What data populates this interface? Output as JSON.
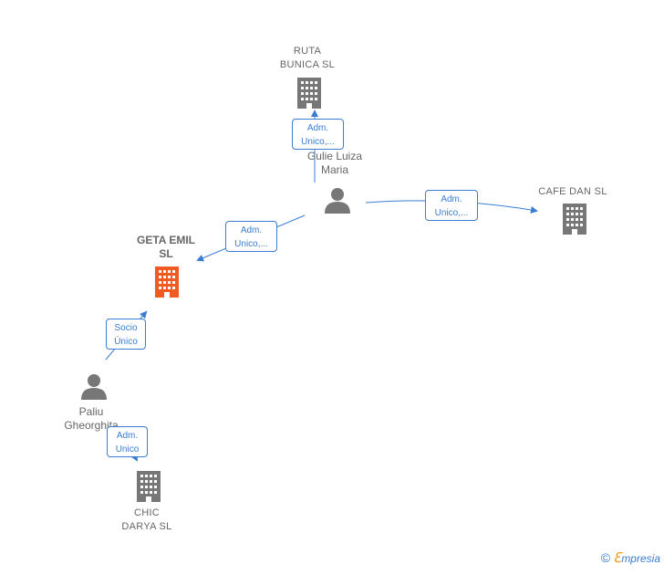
{
  "nodes": {
    "ruta_bunica": {
      "label": "RUTA\nBUNICA  SL",
      "type": "company"
    },
    "gulie_luiza": {
      "label": "Gulie Luiza\nMaria",
      "type": "person"
    },
    "cafe_dan": {
      "label": "CAFE DAN  SL",
      "type": "company"
    },
    "geta_emil": {
      "label": "GETA EMIL\nSL",
      "type": "company-focus"
    },
    "paliu": {
      "label": "Paliu\nGheorghita",
      "type": "person"
    },
    "chic_darya": {
      "label": "CHIC\nDARYA  SL",
      "type": "company"
    }
  },
  "edges": {
    "gulie_ruta": {
      "label": "Adm.\nUnico,..."
    },
    "gulie_cafe": {
      "label": "Adm.\nUnico,..."
    },
    "gulie_geta": {
      "label": "Adm.\nUnico,..."
    },
    "paliu_geta": {
      "label": "Socio\nÚnico"
    },
    "paliu_chic": {
      "label": "Adm.\nUnico"
    }
  },
  "colors": {
    "edge": "#3a7dd1",
    "company": "#777777",
    "focus": "#f05a23",
    "person": "#777777",
    "brand_e": "#f29a1d"
  },
  "brand": {
    "symbol": "©",
    "e": "ℇ",
    "rest": "mpresia"
  }
}
